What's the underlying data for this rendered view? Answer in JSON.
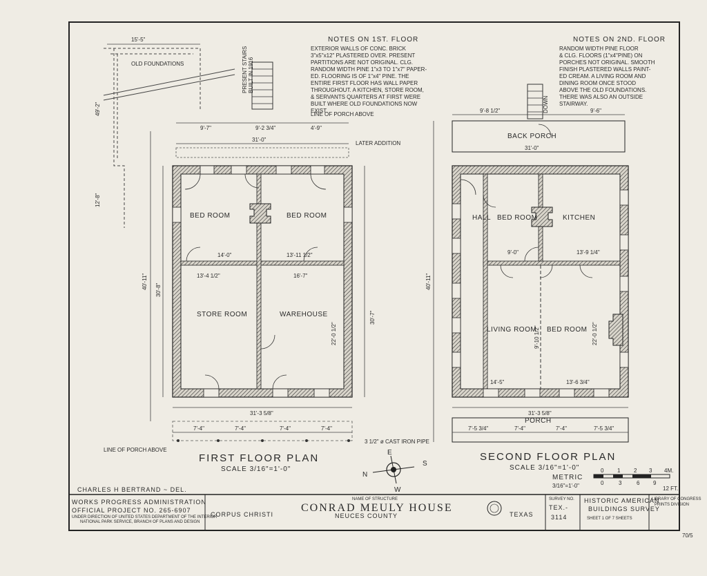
{
  "sheet": {
    "first_floor": {
      "title": "FIRST FLOOR PLAN",
      "scale": "SCALE 3/16\"=1'-0\"",
      "rooms": [
        "BED ROOM",
        "BED ROOM",
        "STORE ROOM",
        "WAREHOUSE"
      ],
      "labels": {
        "old_foundations": "OLD FOUNDATIONS",
        "present_stairs": "PRESENT STAIRS",
        "built_in": "BUILT IN 1916",
        "line_of_porch_above_top": "LINE OF PORCH ABOVE",
        "later_addition": "LATER ADDITION",
        "line_of_porch_above_bottom": "LINE OF PORCH ABOVE",
        "cast_iron_pipe": "3 1/2\" ø CAST IRON PIPE"
      },
      "dims": {
        "overall_top": "31'-0\"",
        "overall_bottom": "31'-3 5/8\"",
        "left_total": "40'-11\"",
        "left_inner": "30'-8\"",
        "right_inner": "30'-7\"",
        "stairs_width": "15'-5\"",
        "left_ext": "49'-2\"",
        "left_ext2": "12'-8\"",
        "porch_top_a": "9'-7\"",
        "porch_top_b": "9'-2 3/4\"",
        "porch_top_c": "4'-9\"",
        "bay": "7'-4\"",
        "room_a": "14'-0\"",
        "room_b": "13'-11 1/2\"",
        "room_c": "13'-4 1/2\"",
        "room_d": "16'-7\"",
        "height_right": "22'-0 1/2\""
      }
    },
    "second_floor": {
      "title": "SECOND FLOOR PLAN",
      "scale": "SCALE 3/16\"=1'-0\"",
      "rooms": [
        "BACK PORCH",
        "HALL",
        "BED ROOM",
        "KITCHEN",
        "LIVING ROOM",
        "BED ROOM",
        "PORCH"
      ],
      "labels": {
        "down": "DOWN"
      },
      "dims": {
        "overall_top": "31'-0\"",
        "overall_bottom": "31'-3 5/8\"",
        "left_total": "40'-11\"",
        "porch_a": "9'-8 1/2\"",
        "porch_b": "9'-6\"",
        "bay": "7'-4\"",
        "bay_end": "7'-5 3/4\"",
        "room_a": "9'-0\"",
        "room_b": "13'-9 1/4\"",
        "room_c": "14'-5\"",
        "room_d": "13'-6 3/4\"",
        "height_right": "22'-0 1/2\"",
        "height_mid": "9'-10 1/2\""
      }
    },
    "notes_first": {
      "title": "NOTES ON 1ST. FLOOR",
      "lines": [
        "EXTERIOR WALLS OF CONC. BRICK",
        "3\"x5\"x12\" PLASTERED OVER. PRESENT",
        "PARTITIONS ARE NOT ORIGINAL. CLG.",
        "RANDOM WIDTH PINE 1\"x3 TO 1\"x7\" PAPER-",
        "ED. FLOORING IS OF 1\"x4\" PINE. THE",
        "ENTIRE FIRST FLOOR HAS WALL PAPER",
        "THROUGHOUT. A KITCHEN, STORE ROOM,",
        "& SERVANTS QUARTERS AT FIRST WERE",
        "BUILT WHERE OLD FOUNDATIONS NOW",
        "EXIST."
      ]
    },
    "notes_second": {
      "title": "NOTES ON 2ND. FLOOR",
      "lines": [
        "RANDOM WIDTH PINE FLOOR",
        "& CLG. FLOORS (1\"x4\"PINE) ON",
        "PORCHES NOT ORIGINAL. SMOOTH",
        "FINISH PLASTERED WALLS PAINT-",
        "ED CREAM. A LIVING ROOM AND",
        "DINING ROOM ONCE STOOD",
        "ABOVE THE OLD FOUNDATIONS.",
        "THERE WAS ALSO AN OUTSIDE",
        "STAIRWAY."
      ]
    },
    "compass": {
      "n": "N",
      "s": "S",
      "e": "E",
      "w": "W"
    },
    "metric": {
      "label": "METRIC",
      "ticks_m": [
        "0",
        "1",
        "2",
        "3",
        "4M."
      ],
      "ticks_ft": [
        "0",
        "3",
        "6",
        "9",
        "12 FT."
      ],
      "scale_note": "3/16\"=1'-0\""
    },
    "delineator": "CHARLES H BERTRAND ~ DEL.",
    "title_block": {
      "wpa_line1": "WORKS PROGRESS ADMINISTRATION",
      "wpa_line2": "OFFICIAL PROJECT NO. 265-6907",
      "wpa_line3": "UNDER DIRECTION OF UNITED STATES DEPARTMENT OF THE INTERIOR",
      "wpa_line4": "NATIONAL PARK SERVICE, BRANCH OF PLANS AND DESIGN",
      "city": "CORPUS CHRISTI",
      "name_caption": "NAME OF STRUCTURE",
      "name": "CONRAD MEULY HOUSE",
      "county": "NEUCES COUNTY",
      "state": "TEXAS",
      "survey_caption": "SURVEY NO.",
      "survey_no_1": "TEX.-",
      "survey_no_2": "3114",
      "habs_1": "HISTORIC AMERICAN",
      "habs_2": "BUILDINGS SURVEY",
      "sheet": "SHEET 1 OF 7 SHEETS",
      "library_1": "LIBRARY OF CONGRESS",
      "library_2": "PRINTS DIVISION"
    },
    "corner_mark": "70/5"
  }
}
